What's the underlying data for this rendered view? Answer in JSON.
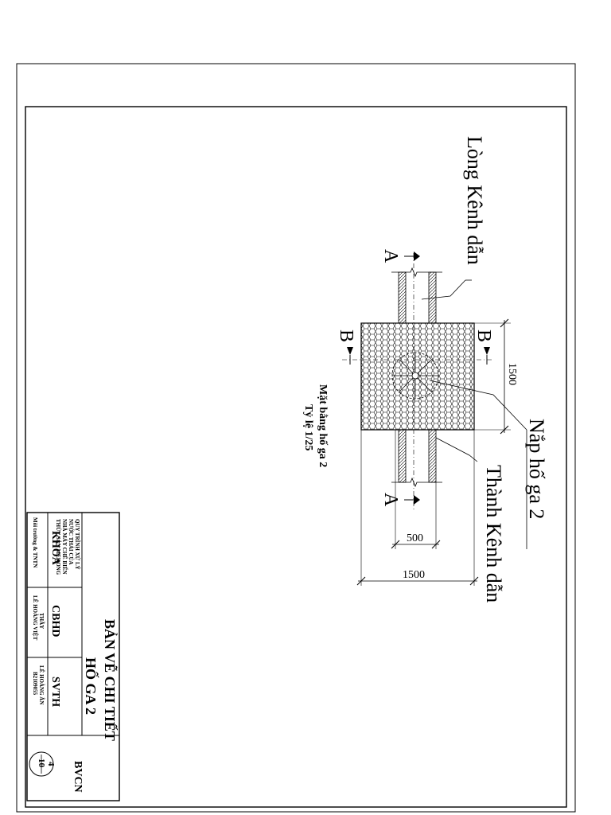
{
  "drawing": {
    "callouts": {
      "long_kenh": "Lòng Kênh dẫn",
      "nap_ho_ga": "Nắp hố ga 2",
      "thanh_kenh": "Thành Kênh dẫn"
    },
    "sections": {
      "a_top": "A",
      "a_bottom": "A",
      "b_left": "B",
      "b_right": "B"
    },
    "dims": {
      "pit_width": "1500",
      "channel": "500",
      "overall": "1500"
    },
    "caption": {
      "title": "Mặt bằng hố ga 2",
      "scale": "Tỷ lệ 1/25"
    }
  },
  "title_block": {
    "project_lines": [
      "QUY TRÌNH XỬ LÝ",
      "NƯỚC THẢI CỦA",
      "NHÀ MÁY CHẾ BIẾN",
      "THỦY SẢN MEKONG"
    ],
    "khoa_label": "KHOA",
    "khoa_value": "Môi trường & TNTN",
    "cbhd_label": "CBHD",
    "cbhd_value_1": "THẦY",
    "cbhd_value_2": "LÊ HOÀNG VIỆT",
    "svth_label": "SVTH",
    "svth_value_1": "LÊ HOÀNG ÂN",
    "svth_value_2": "B2109055",
    "drawing_title_1": "BẢN VẼ CHI TIẾT",
    "drawing_title_2": "HỐ GA 2",
    "sheet_code": "BVCN",
    "sheet_num": "4",
    "sheet_total": "10"
  }
}
